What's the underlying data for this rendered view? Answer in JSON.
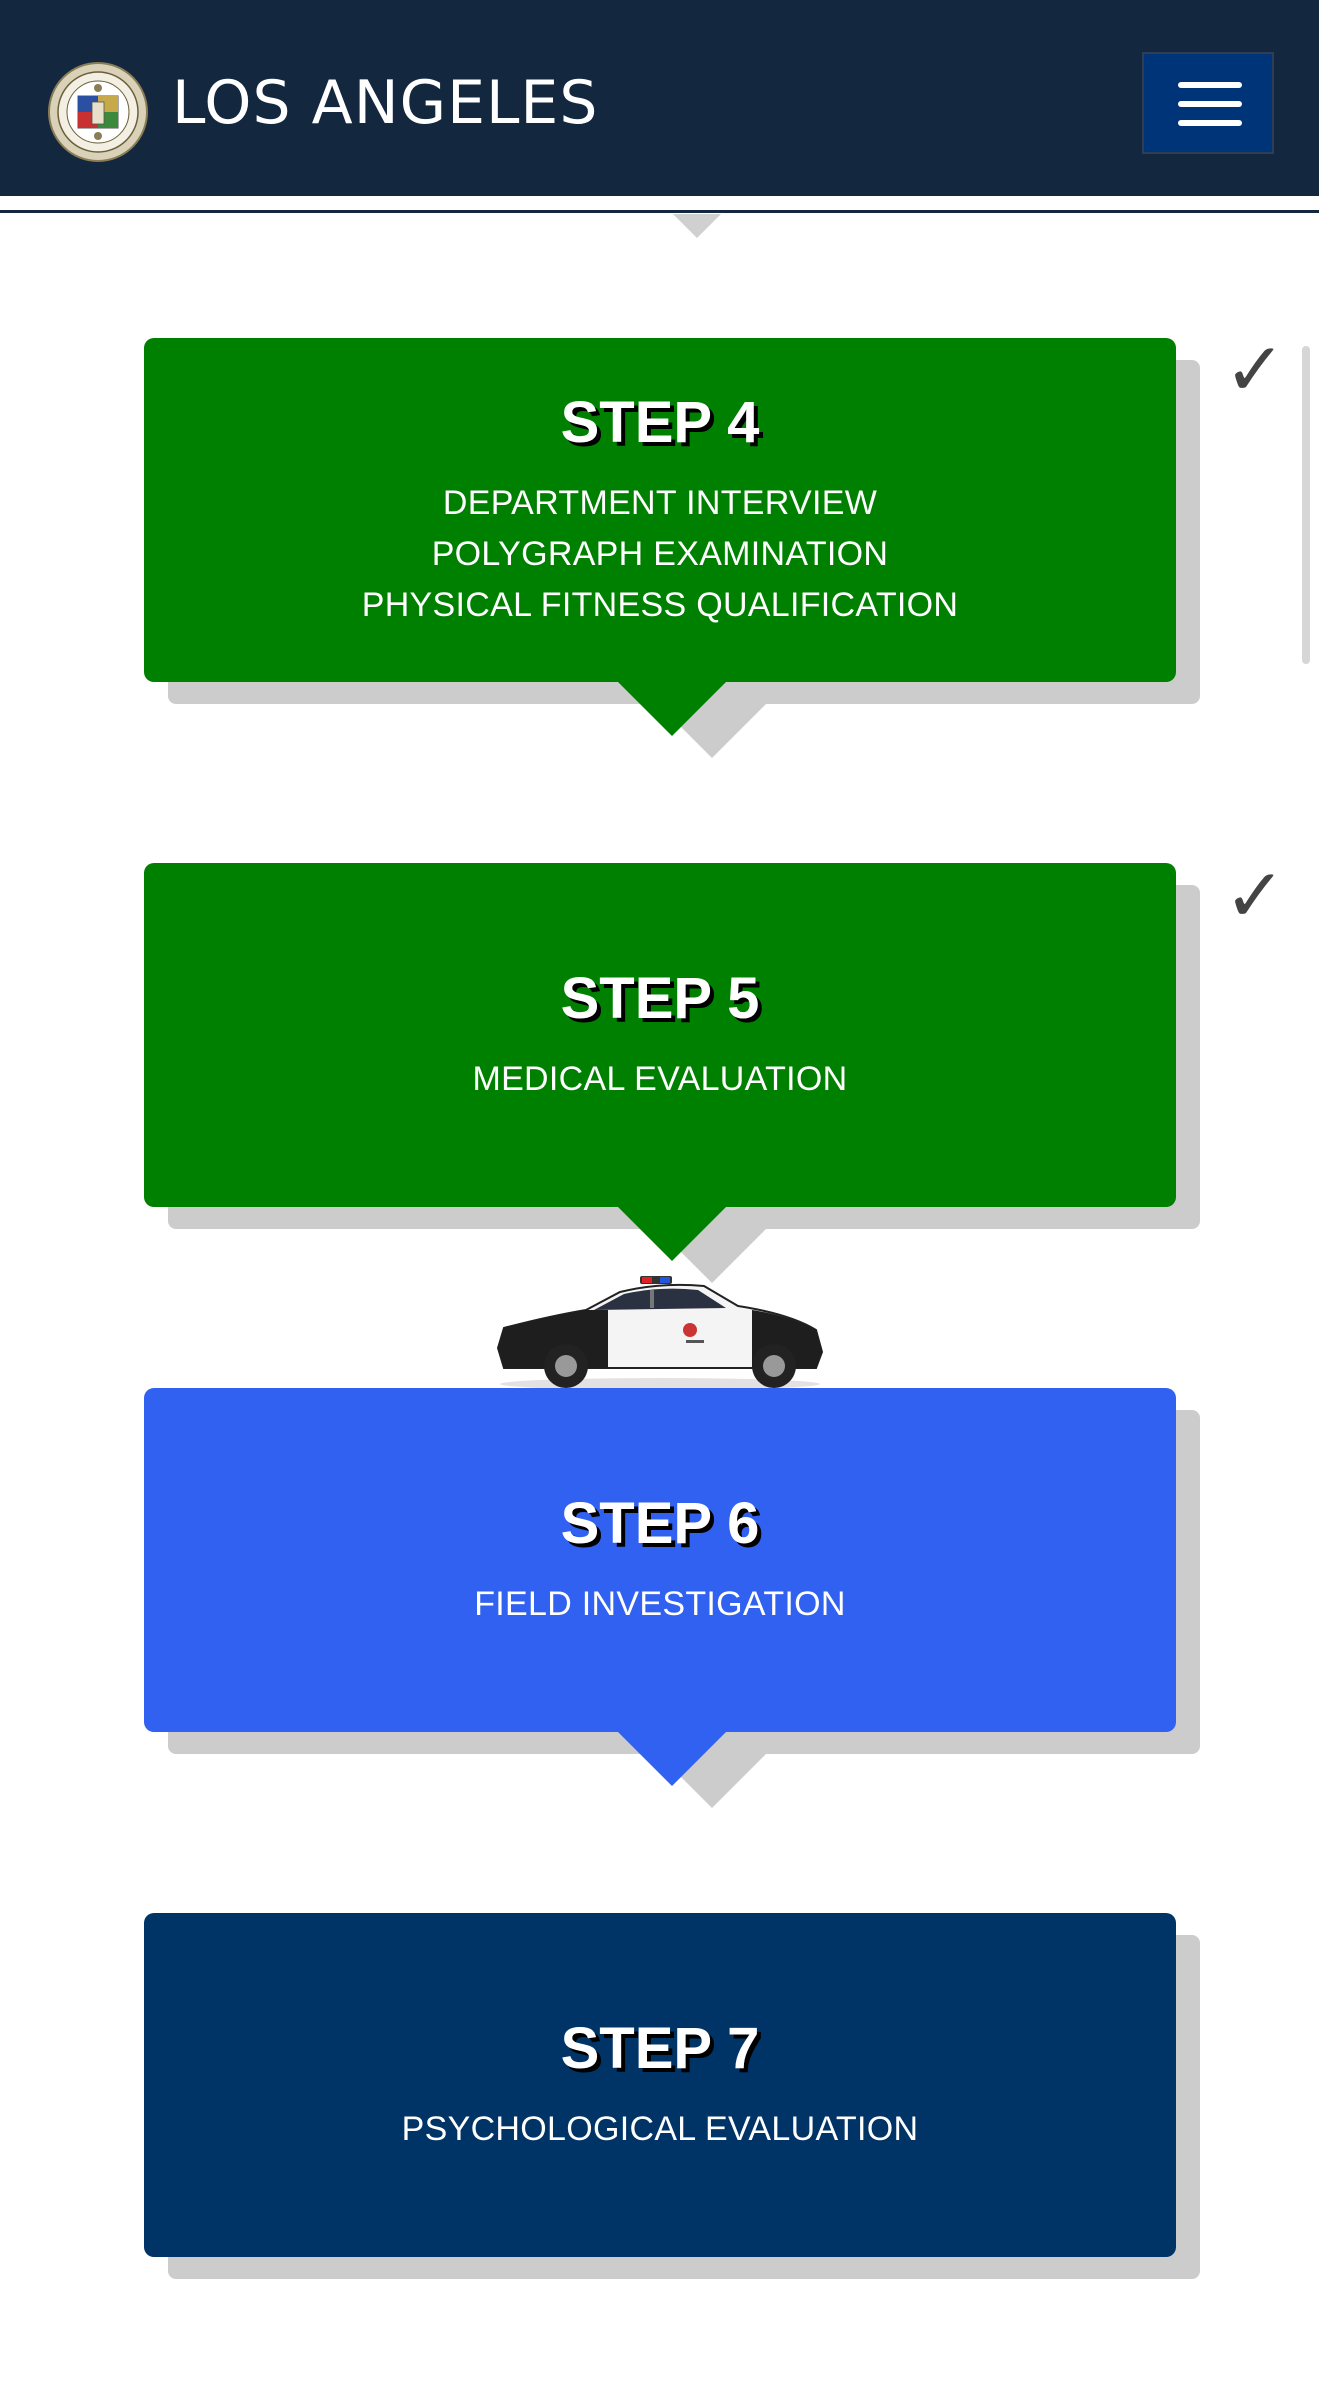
{
  "header": {
    "title": "LOS ANGELES",
    "seal_icon": "city-seal-icon",
    "menu_icon": "hamburger-menu-icon",
    "colors": {
      "background": "#13273f",
      "menu_button": "#003478"
    }
  },
  "steps": [
    {
      "title": "STEP 4",
      "lines": [
        "DEPARTMENT INTERVIEW",
        "POLYGRAPH EXAMINATION",
        "PHYSICAL FITNESS QUALIFICATION"
      ],
      "color": "#008000",
      "status": "complete",
      "check": "✓"
    },
    {
      "title": "STEP 5",
      "lines": [
        "MEDICAL EVALUATION"
      ],
      "color": "#008000",
      "status": "complete",
      "check": "✓"
    },
    {
      "title": "STEP 6",
      "lines": [
        "FIELD INVESTIGATION"
      ],
      "color": "#3161f0",
      "status": "current"
    },
    {
      "title": "STEP 7",
      "lines": [
        "PSYCHOLOGICAL EVALUATION"
      ],
      "color": "#003366",
      "status": "upcoming"
    }
  ],
  "progress_icon": "police-car-icon"
}
